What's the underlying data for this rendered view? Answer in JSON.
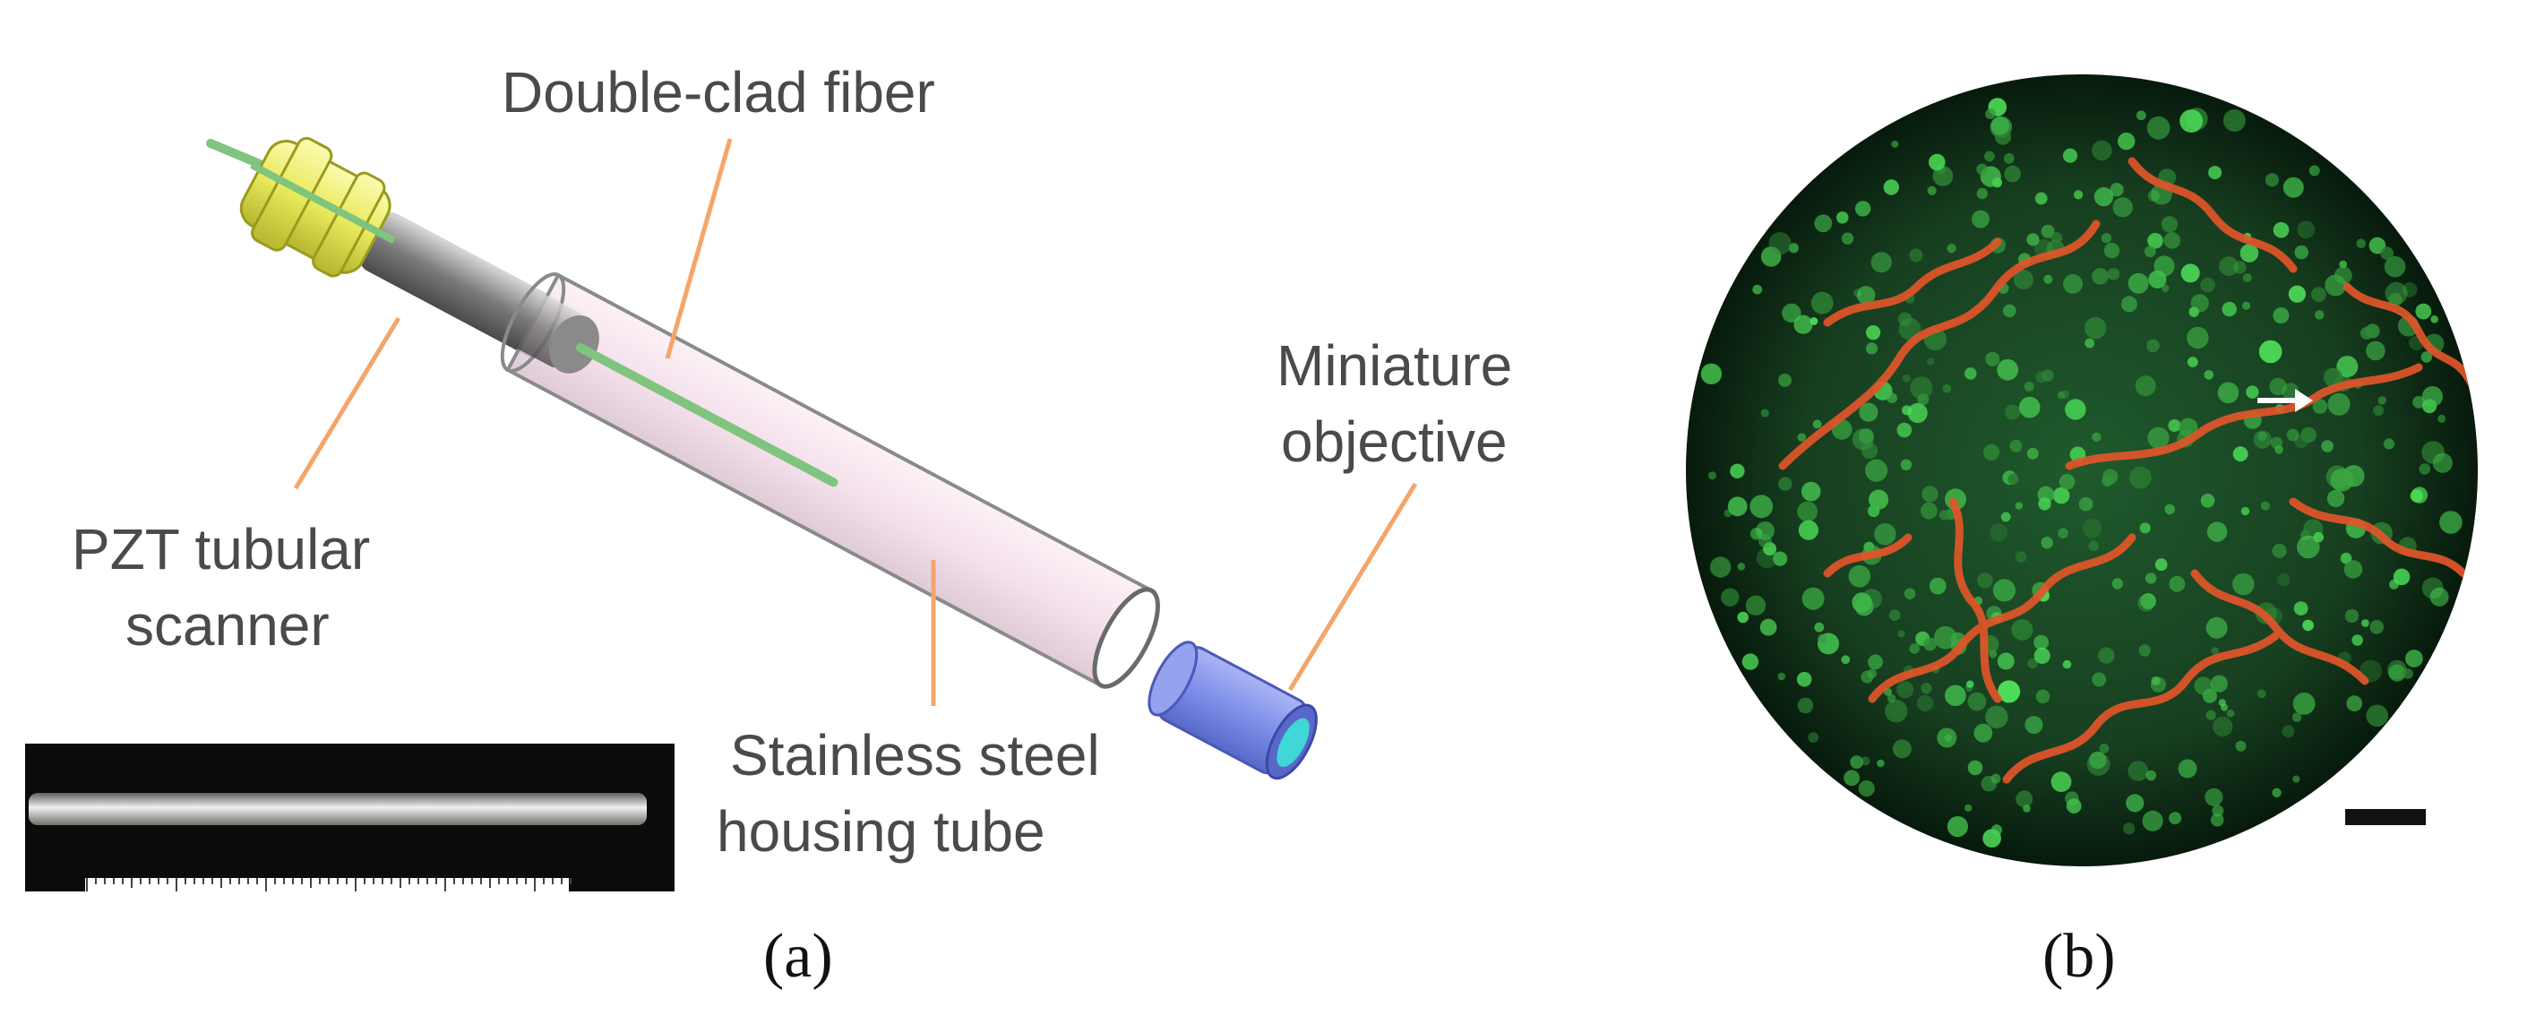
{
  "panel_a": {
    "caption": "(a)",
    "labels": {
      "double_clad_fiber": "Double-clad fiber",
      "miniature_objective_line1": "Miniature",
      "miniature_objective_line2": "objective",
      "pzt_line1": "PZT tubular",
      "pzt_line2": "scanner",
      "housing_line1": "Stainless steel",
      "housing_line2": "housing tube"
    },
    "colors": {
      "callout": "#f4a56a",
      "scanner": "#e8e85a",
      "fiber": "#7fc47f",
      "objective": "#7c8fe8",
      "objective_lens": "#3fd7d7",
      "housing": "#efd9e6"
    }
  },
  "panel_b": {
    "caption": "(b)",
    "colors": {
      "background": "#0d2a14",
      "cells": "#38c94a",
      "vessels": "#e2552a",
      "arrow": "#ffffff"
    }
  }
}
